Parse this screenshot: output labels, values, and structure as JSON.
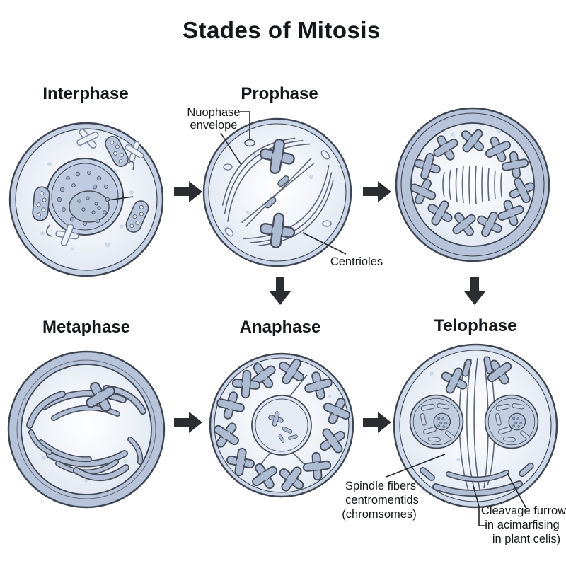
{
  "title": "Stades of Mitosis",
  "stages": {
    "interphase": "Interphase",
    "prophase": "Prophase",
    "metaphase": "Metaphase",
    "anaphase": "Anaphase",
    "telophase": "Telophase"
  },
  "annotations": {
    "nuclear_envelope": {
      "line1": "Nuophase",
      "line2": "envelope"
    },
    "centrioles": "Centrioles",
    "spindle_fibers": {
      "line1": "Spindle fibers",
      "line2": "centromentids",
      "line3": "(chromsomes)"
    },
    "cleavage_furrow": {
      "line1": "Cleavage furrow",
      "line2": "in acimarfising",
      "line3": "in plant celis)"
    }
  },
  "colors": {
    "background": "#ffffff",
    "ink": "#15171c",
    "arrow": "#2b2d31",
    "cell_rim": "#b6c3d8",
    "cell_outline": "#3d4452",
    "cytoplasm": "#eef2f8",
    "chromosome": "#adbbd2",
    "nucleus": "#c0cddf"
  }
}
